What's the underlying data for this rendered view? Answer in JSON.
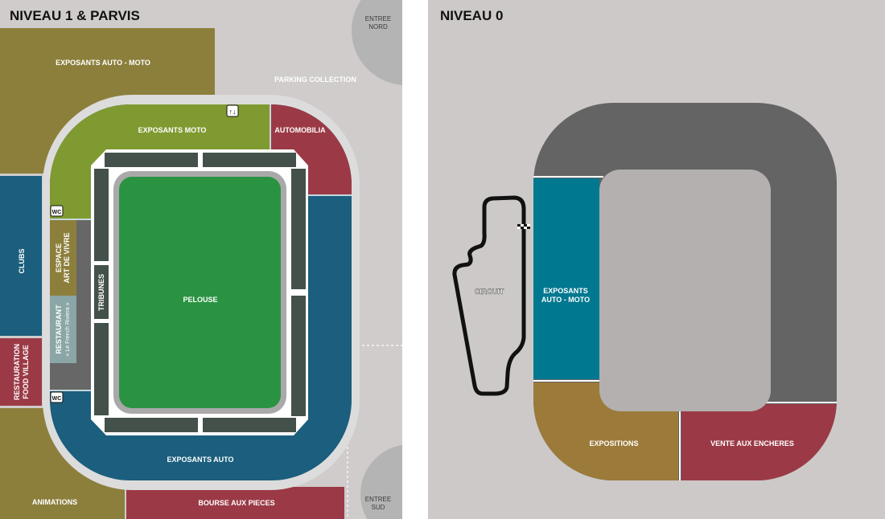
{
  "level1": {
    "title": "NIVEAU 1 & PARVIS",
    "zones": {
      "exposants_auto_moto": "EXPOSANTS AUTO - MOTO",
      "parking": "PARKING COLLECTION",
      "entree_nord": [
        "ENTREE",
        "NORD"
      ],
      "entree_sud": [
        "ENTREE",
        "SUD"
      ],
      "exposants_moto": "EXPOSANTS MOTO",
      "automobilia": "AUTOMOBILIA",
      "clubs": "CLUBS",
      "restauration": [
        "RESTAURATION",
        "FOOD VILLAGE"
      ],
      "espace": [
        "ESPACE",
        "ART DE VIVRE"
      ],
      "restaurant": [
        "RESTAURANT",
        "« Le French Riviera »"
      ],
      "tribunes": "TRIBUNES",
      "pelouse": "PELOUSE",
      "exposants_auto": "EXPOSANTS AUTO",
      "animations": "ANIMATIONS",
      "bourse": "BOURSE AUX PIECES",
      "wc": "WC",
      "elevator": "↑↓"
    }
  },
  "level0": {
    "title": "NIVEAU 0",
    "zones": {
      "circuit": "CIRCUIT",
      "exposants": [
        "EXPOSANTS",
        "AUTO - MOTO"
      ],
      "expositions": "EXPOSITIONS",
      "vente": "VENTE AUX ENCHERES"
    }
  },
  "colors": {
    "olive": "#8c7f3c",
    "blue": "#1b5e7d",
    "red": "#9b3a46",
    "green": "#7f9a30",
    "pitch": "#2a9342",
    "teal": "#00788f",
    "brown": "#9b7a3a"
  }
}
